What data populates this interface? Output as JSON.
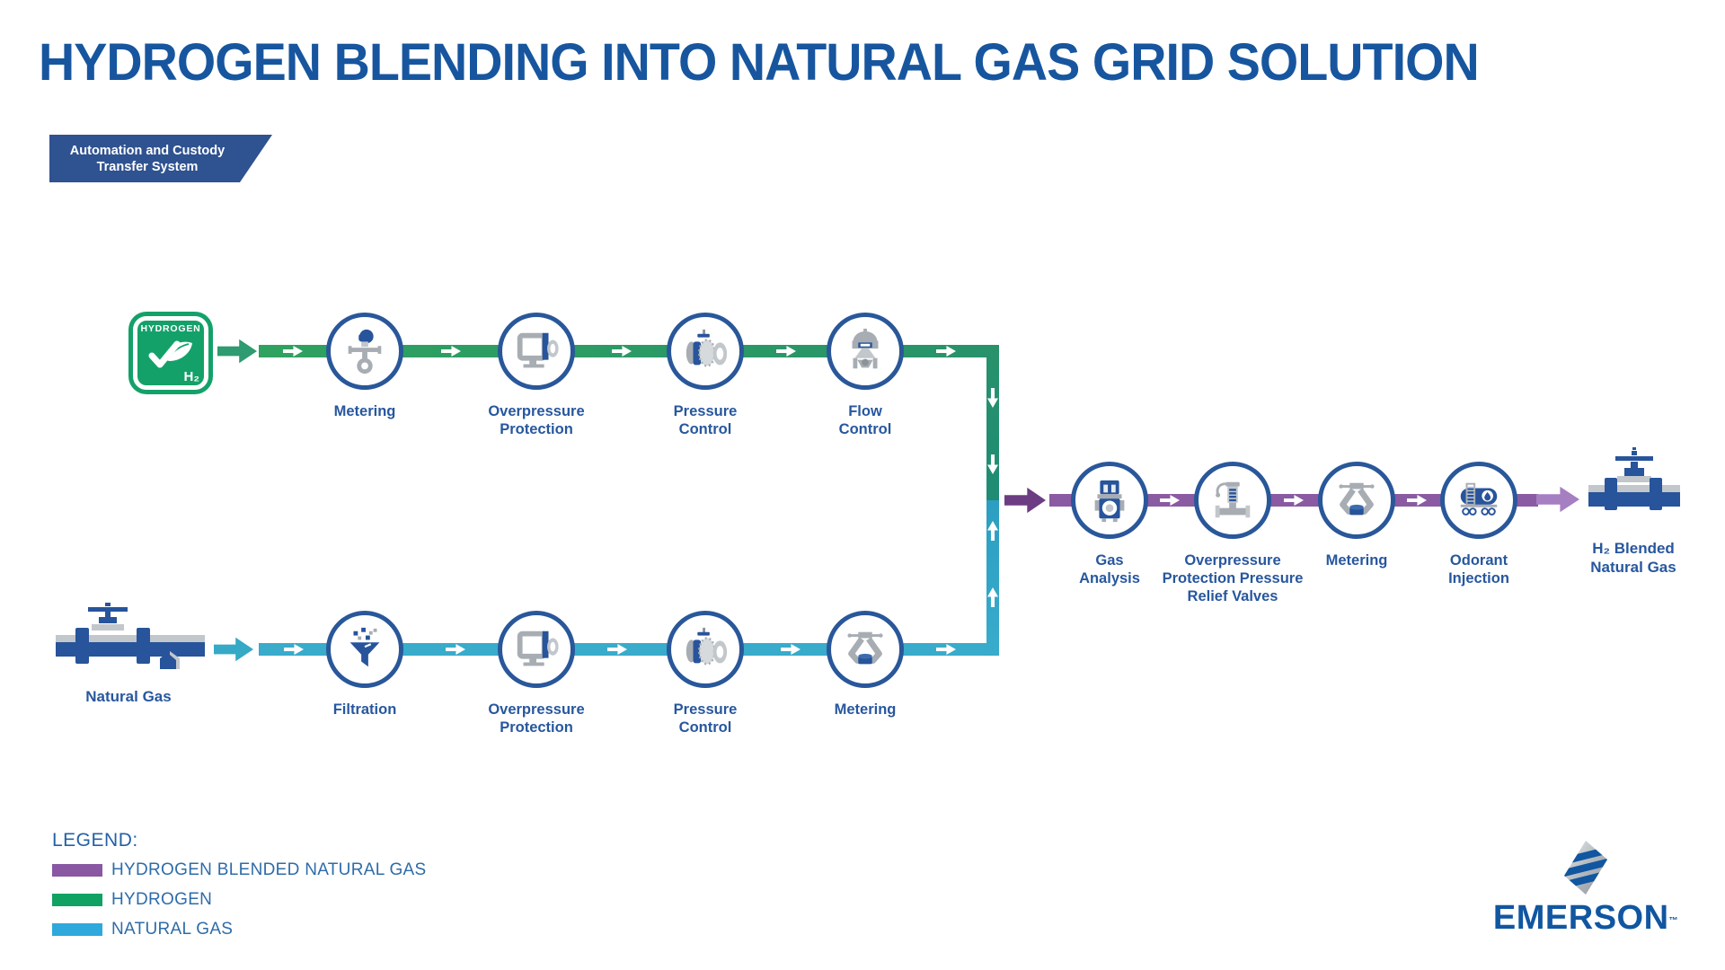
{
  "page": {
    "title": "HYDROGEN BLENDING INTO NATURAL GAS GRID SOLUTION"
  },
  "banner": {
    "label": "Automation and Custody Transfer System"
  },
  "colors": {
    "title_blue": "#17569F",
    "banner_blue": "#2F5290",
    "circle_border_blue": "#29579A",
    "label_blue": "#27579E",
    "hydrogen_green": "#14A169",
    "hydrogen_line_green": "#28926B",
    "natural_gas_teal": "#39ABCB",
    "blended_purple": "#8A5AA2",
    "junction_arrow_purple": "#6C3D82",
    "output_arrow_purple": "#A67EC2"
  },
  "flows": {
    "hydrogen": {
      "source": {
        "badge_title": "HYDROGEN",
        "badge_formula": "H₂"
      },
      "stations": [
        {
          "label": "Metering",
          "icon": "flow-meter-icon"
        },
        {
          "label": "Overpressure Protection",
          "icon": "regulator-monitor-icon"
        },
        {
          "label": "Pressure Control",
          "icon": "ball-valve-icon"
        },
        {
          "label": "Flow Control",
          "icon": "control-valve-icon"
        }
      ]
    },
    "natural_gas": {
      "source_label": "Natural Gas",
      "stations": [
        {
          "label": "Filtration",
          "icon": "filter-funnel-icon"
        },
        {
          "label": "Overpressure Protection",
          "icon": "regulator-monitor-icon"
        },
        {
          "label": "Pressure Control",
          "icon": "ball-valve-icon"
        },
        {
          "label": "Metering",
          "icon": "clamp-meter-icon"
        }
      ]
    },
    "blended": {
      "stations": [
        {
          "label": "Gas Analysis",
          "icon": "gas-chromatograph-icon"
        },
        {
          "label": "Overpressure Protection Pressure Relief Valves",
          "icon": "relief-valve-icon"
        },
        {
          "label": "Metering",
          "icon": "clamp-meter-icon"
        },
        {
          "label": "Odorant Injection",
          "icon": "odorant-tank-icon"
        }
      ],
      "output_label": "H₂ Blended Natural Gas"
    }
  },
  "legend": {
    "title": "LEGEND:",
    "items": [
      {
        "label": "HYDROGEN BLENDED NATURAL GAS",
        "color": "#8A57A3"
      },
      {
        "label": "HYDROGEN",
        "color": "#0FA263"
      },
      {
        "label": "NATURAL GAS",
        "color": "#2FA8DB"
      }
    ]
  },
  "brand": {
    "name": "EMERSON",
    "tm": "™"
  }
}
